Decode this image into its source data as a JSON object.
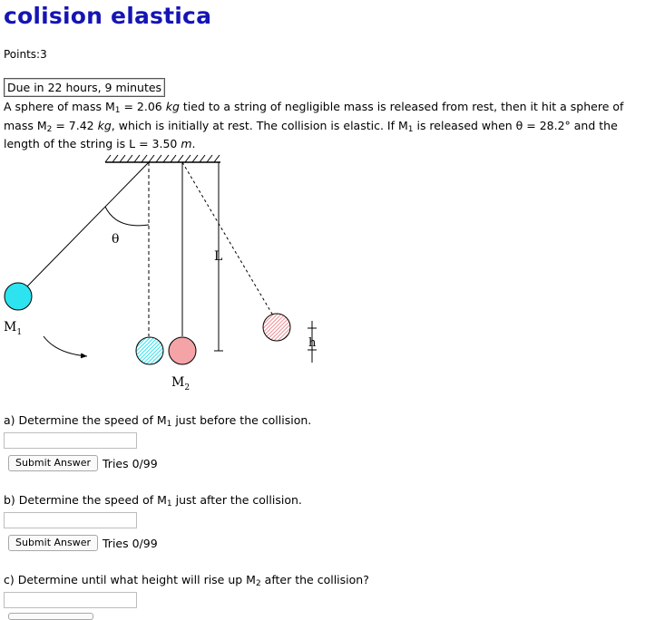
{
  "title": "colision elastica",
  "points": "Points:3",
  "due": "Due in 22 hours, 9 minutes",
  "problem": {
    "t1": "A sphere of mass M",
    "m1_sub": "1",
    "t2": " = 2.06 ",
    "unit_kg1": "kg",
    "t3": " tied to a string of negligible mass is released from rest, then it hit a sphere of mass M",
    "m2_sub": "2",
    "t4": " = 7.42 ",
    "unit_kg2": "kg",
    "t5": ", which is initially at rest. The collision is elastic. If M",
    "m1_sub_b": "1",
    "t6": " is released when θ = 28.2° and the length of the string is L = 3.50 ",
    "unit_m": "m",
    "t7": "."
  },
  "diagram": {
    "theta": "θ",
    "L": "L",
    "h": "h",
    "m1": "M",
    "m1_sub": "1",
    "m2": "M",
    "m2_sub": "2",
    "colors": {
      "m1": "#2de3ef",
      "m2": "#f4a3a7",
      "m1_hatch": "#2de3ef",
      "m2_hatch": "#ee8e94"
    }
  },
  "questions": [
    {
      "label_pre": "a) Determine the speed of M",
      "sub": "1",
      "label_post": " just before the collision.",
      "value": "",
      "button": "Submit Answer",
      "tries": "Tries 0/99"
    },
    {
      "label_pre": "b) Determine the speed of M",
      "sub": "1",
      "label_post": " just after the collision.",
      "value": "",
      "button": "Submit Answer",
      "tries": "Tries 0/99"
    },
    {
      "label_pre": "c) Determine until what height will rise up M",
      "sub": "2",
      "label_post": " after the collision?",
      "value": ""
    }
  ]
}
